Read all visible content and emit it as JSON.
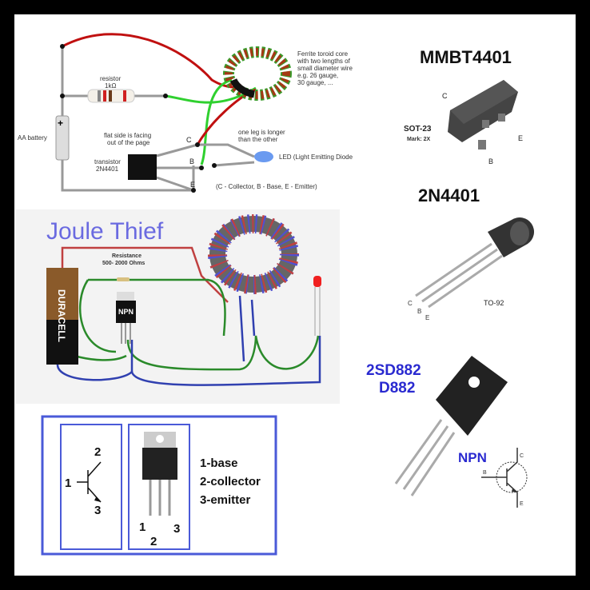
{
  "circuit": {
    "toroid_note": [
      "Ferrite toroid core",
      "with two lengths of",
      "small diameter wire",
      "e.g. 26 gauge,",
      "30 gauge, ..."
    ],
    "resistor_label": "resistor",
    "resistor_value": "1kΩ",
    "battery_label": "AA battery",
    "flat_side_note": [
      "flat side is facing",
      "out of the page"
    ],
    "transistor_label": "transistor",
    "transistor_part": "2N4401",
    "pin_c": "C",
    "pin_b": "B",
    "pin_e": "E",
    "led_note": [
      "one leg is longer",
      "than the other"
    ],
    "led_label": "LED (Light Emitting Diode",
    "legend": "(C - Collector, B - Base, E - Emitter)"
  },
  "joule_thief": {
    "title": "Joule Thief",
    "resistance_label": "Resistance",
    "resistance_value": "500- 2000 Ohms",
    "battery_brand": "DURACELL",
    "transistor_mark": "NPN"
  },
  "mmbt": {
    "title": "MMBT4401",
    "package": "SOT-23",
    "mark": "Mark: 2X",
    "pin_c": "C",
    "pin_b": "B",
    "pin_e": "E"
  },
  "n4401": {
    "title": "2N4401",
    "package": "TO-92",
    "pin_c": "C",
    "pin_b": "B",
    "pin_e": "E"
  },
  "d882": {
    "title1": "2SD882",
    "title2": "D882",
    "type": "NPN",
    "sym_b": "B",
    "sym_c": "C",
    "sym_e": "E"
  },
  "pinout": {
    "sym_1": "1",
    "sym_2": "2",
    "sym_3": "3",
    "pkg_1": "1",
    "pkg_2": "2",
    "pkg_3": "3",
    "legend": [
      "1-base",
      "2-collector",
      "3-emitter"
    ]
  },
  "colors": {
    "frame": "#000000",
    "title_blue": "#2a2ad0",
    "joule_blue": "#6a6ae0",
    "box_blue": "#4a5ad8"
  }
}
